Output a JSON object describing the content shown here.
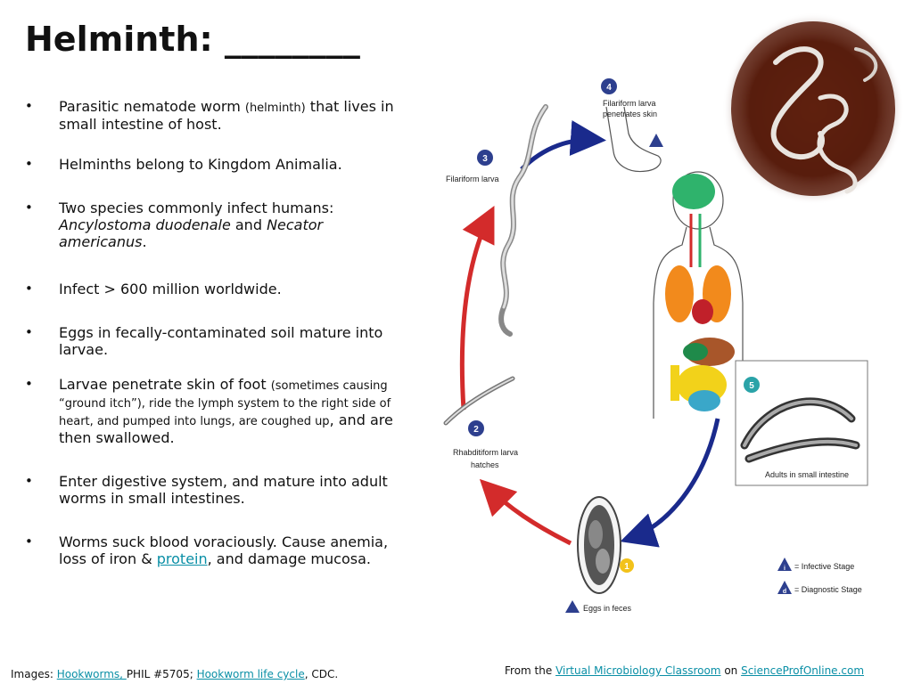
{
  "slide": {
    "title": "Helminth: ________"
  },
  "bullets": {
    "b1": {
      "t1": "Parasitic nematode worm ",
      "t2": "(helminth)",
      "t3": " that lives in small intestine of host."
    },
    "b2": "Helminths belong to Kingdom Animalia.",
    "b3": {
      "t1": "Two species commonly infect humans: ",
      "t2": "Ancylostoma duodenale",
      "t3": " and ",
      "t4": "Necator americanus",
      "t5": "."
    },
    "b4": "Infect > 600 million worldwide.",
    "b5": "Eggs in fecally-contaminated soil mature into larvae.",
    "b6": {
      "t1": "Larvae penetrate skin of foot ",
      "t2": "(sometimes causing “ground itch”),  ride the lymph system to the right side of heart, and pumped into lungs, are coughed up",
      "t3": ", and are then swallowed."
    },
    "b7": "Enter digestive system, and mature into adult worms in small intestines.",
    "b8": {
      "t1": "Worms suck blood voraciously. Cause anemia, loss of iron & ",
      "link": "protein",
      "t2": ", and damage mucosa."
    }
  },
  "figure": {
    "stage_numbers": [
      "4",
      "3",
      "2",
      "5",
      "1"
    ],
    "labels": {
      "filariform_penetrates": [
        "Filariform larva",
        "penetrates skin"
      ],
      "filariform": "Filariform larva",
      "rhabditiform": [
        "Rhabditiform larva",
        "hatches"
      ],
      "adults": "Adults in small intestine",
      "eggs": "Eggs in feces",
      "legend_infective": "= Infective Stage",
      "legend_diagnostic": "= Diagnostic Stage",
      "infective_symbol": "i",
      "diagnostic_symbol": "d"
    }
  },
  "footer": {
    "left_prefix": "Images: ",
    "left_link1": "Hookworms, ",
    "left_mid": "PHIL #5705; ",
    "left_link2": "Hookworm life cycle",
    "left_suffix": ", CDC.",
    "right_prefix": "From the  ",
    "right_link1": "Virtual Microbiology Classroom",
    "right_mid": " on ",
    "right_link2": "ScienceProfOnline.com"
  },
  "colors": {
    "link": "#0a8fa6",
    "arrow_blue": "#1a2a8c",
    "arrow_red": "#d32b2b",
    "stage_circle": "#2d3f8e",
    "photo_bg": "#5a1e0e"
  }
}
